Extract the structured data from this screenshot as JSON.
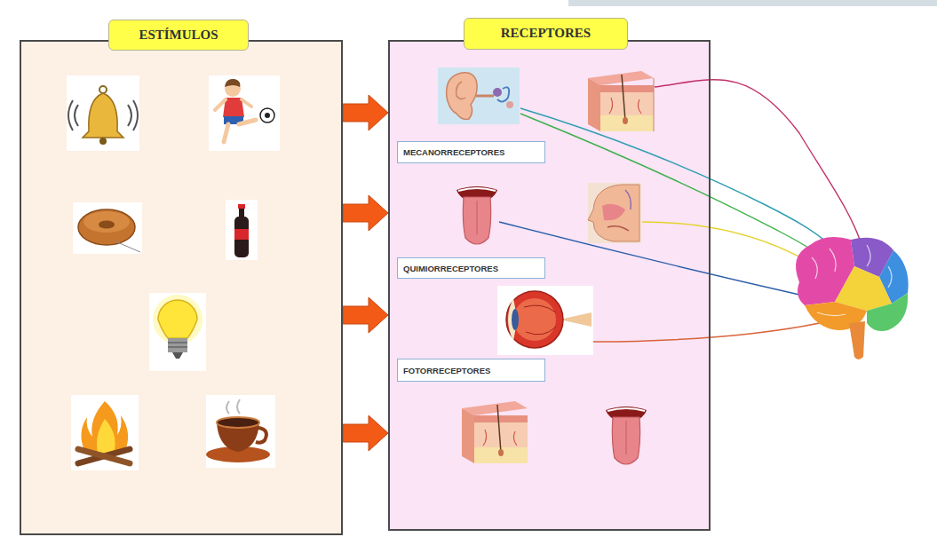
{
  "diagram": {
    "nodes": [
      {
        "text": [
          "ESTÍMULOS"
        ]
      },
      {
        "text": [
          "RECEPTORES"
        ]
      },
      {
        "text": [
          "MECANORRECEPTORES"
        ],
        "in": 1
      },
      {
        "text": [
          "QUIMIORRECEPTORES"
        ],
        "in": 1
      },
      {
        "text": [
          "FOTORRECEPTORES"
        ],
        "in": 1
      }
    ],
    "edges": [
      {
        "from": 0,
        "to": 1,
        "arrow": "to"
      },
      {
        "from": 0,
        "to": 1,
        "arrow": "to"
      },
      {
        "from": 0,
        "to": 1,
        "arrow": "to"
      },
      {
        "from": 0,
        "to": 1,
        "arrow": "to"
      }
    ]
  }
}
